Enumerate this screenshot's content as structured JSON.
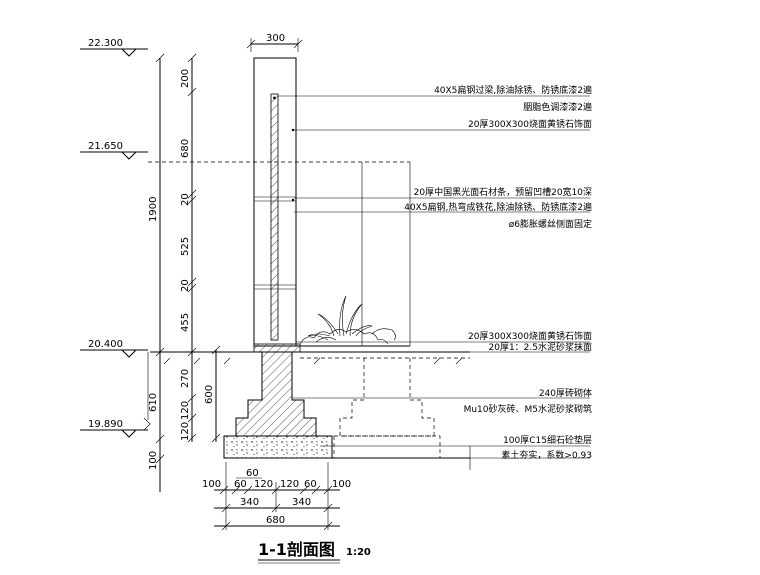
{
  "elevations": [
    "22.300",
    "21.650",
    "20.400",
    "19.890"
  ],
  "top_dim": "300",
  "vertical_dims": {
    "d200": "200",
    "d680": "680",
    "d1900": "1900",
    "d20a": "20",
    "d525": "525",
    "d20b": "20",
    "d455": "455",
    "d600": "600",
    "d270": "270",
    "d610": "610",
    "d120a": "120",
    "d120b": "120",
    "d100": "100"
  },
  "bottom_dims": {
    "row1": [
      "60"
    ],
    "row2": [
      "100",
      "60",
      "120",
      "120",
      "60",
      "100"
    ],
    "row3": [
      "340",
      "340"
    ],
    "row4": [
      "680"
    ]
  },
  "notes": [
    "40X5扁钢过梁,除油除锈、防锈底漆2遍",
    "胭脂色调漆漆2遍",
    "20厚300X300烧面黄锈石饰面",
    "20厚中国黑光面石材条，预留凹槽20宽10深",
    "40X5扁钢,热弯成铁花,除油除锈、防锈底漆2遍",
    "ø6膨胀螺丝侧面固定",
    "20厚300X300烧面黄锈石饰面",
    "20厚1：2.5水泥砂浆抹面",
    "240厚砖砌体",
    "Mu10砂灰砖、M5水泥砂浆砌筑",
    "100厚C15细石砼垫层",
    "素土夯实，系数>0.93"
  ],
  "title": "1-1剖面图",
  "scale": "1:20"
}
